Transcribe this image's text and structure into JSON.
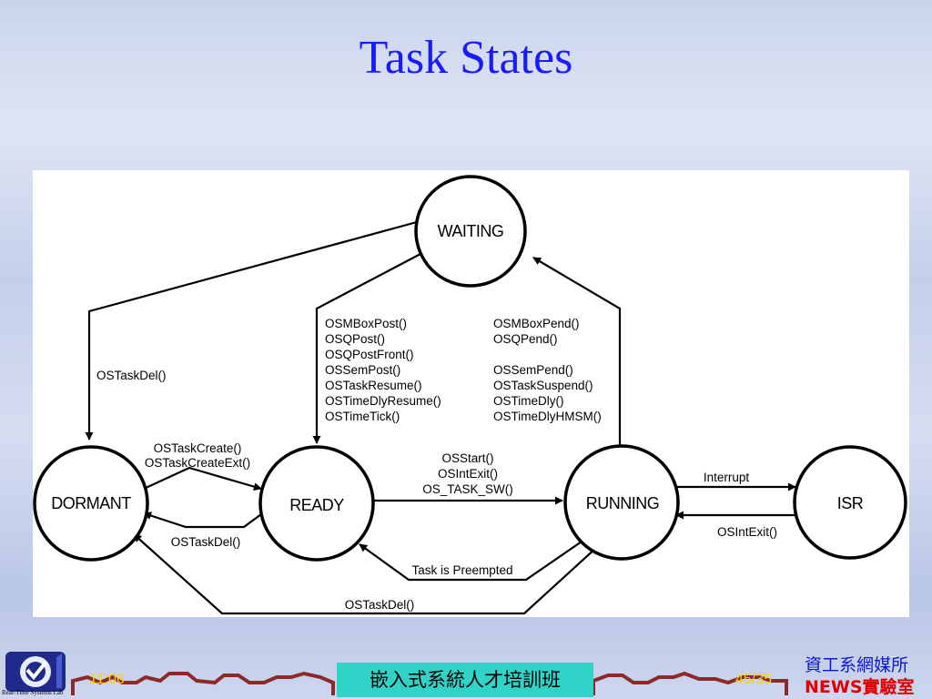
{
  "slide": {
    "title": "Task States",
    "time": "11:06",
    "page": "45/35",
    "banner": "嵌入式系統人才培訓班",
    "org_line1": "資工系網媒所",
    "org_line2": "NEWS實驗室",
    "logo_text": "Real-Time Systems Lab"
  },
  "diagram": {
    "states": {
      "waiting": "WAITING",
      "dormant": "DORMANT",
      "ready": "READY",
      "running": "RUNNING",
      "isr": "ISR"
    },
    "labels": {
      "task_del_left": "OSTaskDel()",
      "create_1": "OSTaskCreate()",
      "create_2": "OSTaskCreateExt()",
      "task_del_mid": "OSTaskDel()",
      "start_1": "OSStart()",
      "start_2": "OSIntExit()",
      "start_3": "OS_TASK_SW()",
      "interrupt": "Interrupt",
      "int_exit": "OSIntExit()",
      "preempted": "Task is Preempted",
      "task_del_bottom": "OSTaskDel()"
    },
    "ready_from_waiting": [
      "OSMBoxPost()",
      "OSQPost()",
      "OSQPostFront()",
      "OSSemPost()",
      "OSTaskResume()",
      "OSTimeDlyResume()",
      "OSTimeTick()"
    ],
    "running_to_waiting": [
      "OSMBoxPend()",
      "OSQPend()",
      "",
      "OSSemPend()",
      "OSTaskSuspend()",
      "OSTimeDly()",
      "OSTimeDlyHMSM()"
    ]
  }
}
